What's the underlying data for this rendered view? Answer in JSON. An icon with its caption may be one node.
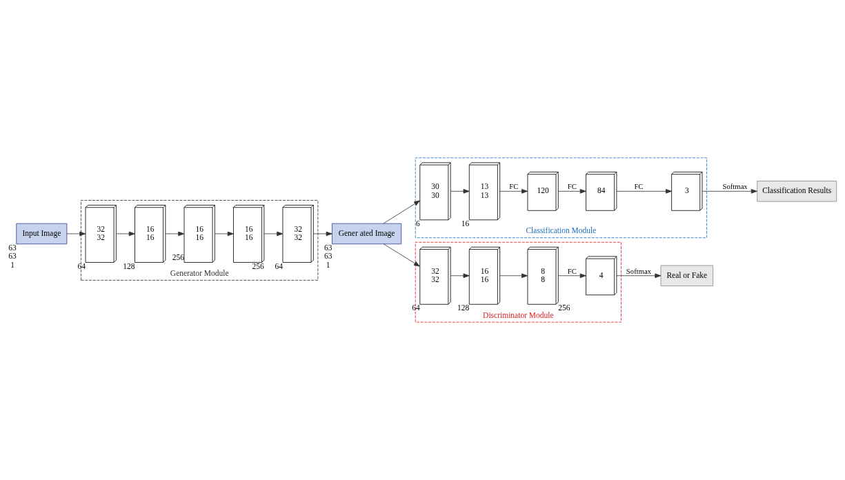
{
  "diagram": {
    "nodes": [
      {
        "text": [
          "Input Image"
        ],
        "beside": [
          "63",
          "63",
          "1"
        ]
      },
      {
        "text": [
          "Generator Module"
        ]
      },
      {
        "text": [
          "32",
          "32"
        ],
        "beside": [
          "64"
        ],
        "in": 1
      },
      {
        "text": [
          "16",
          "16"
        ],
        "beside": [
          "128"
        ],
        "in": 1
      },
      {
        "text": [
          "16",
          "16"
        ],
        "beside": [
          "256"
        ],
        "in": 1
      },
      {
        "text": [
          "16",
          "16"
        ],
        "beside": [
          "256"
        ],
        "in": 1
      },
      {
        "text": [
          "32",
          "32"
        ],
        "beside": [
          "64"
        ],
        "in": 1
      },
      {
        "text": [
          "Gener ated Image"
        ],
        "beside": [
          "63",
          "63",
          "1"
        ]
      },
      {
        "text": [
          "Classification Module"
        ]
      },
      {
        "text": [
          "30",
          "30"
        ],
        "beside": [
          "6"
        ],
        "in": 8
      },
      {
        "text": [
          "13",
          "13"
        ],
        "beside": [
          "16"
        ],
        "in": 8
      },
      {
        "text": [
          "120"
        ],
        "in": 8
      },
      {
        "text": [
          "84"
        ],
        "in": 8
      },
      {
        "text": [
          "3"
        ],
        "in": 8
      },
      {
        "text": [
          "Classification Results"
        ]
      },
      {
        "text": [
          "Discriminator Module"
        ]
      },
      {
        "text": [
          "32",
          "32"
        ],
        "beside": [
          "64"
        ],
        "in": 15
      },
      {
        "text": [
          "16",
          "16"
        ],
        "beside": [
          "128"
        ],
        "in": 15
      },
      {
        "text": [
          "8",
          "8"
        ],
        "beside": [
          "256"
        ],
        "in": 15
      },
      {
        "text": [
          "4"
        ],
        "in": 15
      },
      {
        "text": [
          "Real or Fake"
        ]
      }
    ],
    "edges": [
      {
        "from": 0,
        "to": 2,
        "arrow": "to"
      },
      {
        "from": 2,
        "to": 3,
        "arrow": "to"
      },
      {
        "from": 3,
        "to": 4,
        "arrow": "to"
      },
      {
        "from": 4,
        "to": 5,
        "arrow": "to"
      },
      {
        "from": 5,
        "to": 6,
        "arrow": "to"
      },
      {
        "from": 6,
        "to": 7,
        "arrow": "to"
      },
      {
        "from": 7,
        "to": 9,
        "arrow": "to"
      },
      {
        "from": 9,
        "to": 10,
        "arrow": "to"
      },
      {
        "from": 10,
        "to": 11,
        "label": "FC",
        "arrow": "to"
      },
      {
        "from": 11,
        "to": 12,
        "label": "FC",
        "arrow": "to"
      },
      {
        "from": 12,
        "to": 13,
        "label": "FC",
        "arrow": "to"
      },
      {
        "from": 13,
        "to": 14,
        "label": "Softmax",
        "arrow": "to"
      },
      {
        "from": 7,
        "to": 16,
        "arrow": "to"
      },
      {
        "from": 16,
        "to": 17,
        "arrow": "to"
      },
      {
        "from": 17,
        "to": 18,
        "arrow": "to"
      },
      {
        "from": 18,
        "to": 19,
        "label": "FC",
        "arrow": "to"
      },
      {
        "from": 19,
        "to": 20,
        "label": "Softmax",
        "arrow": "to"
      }
    ]
  }
}
